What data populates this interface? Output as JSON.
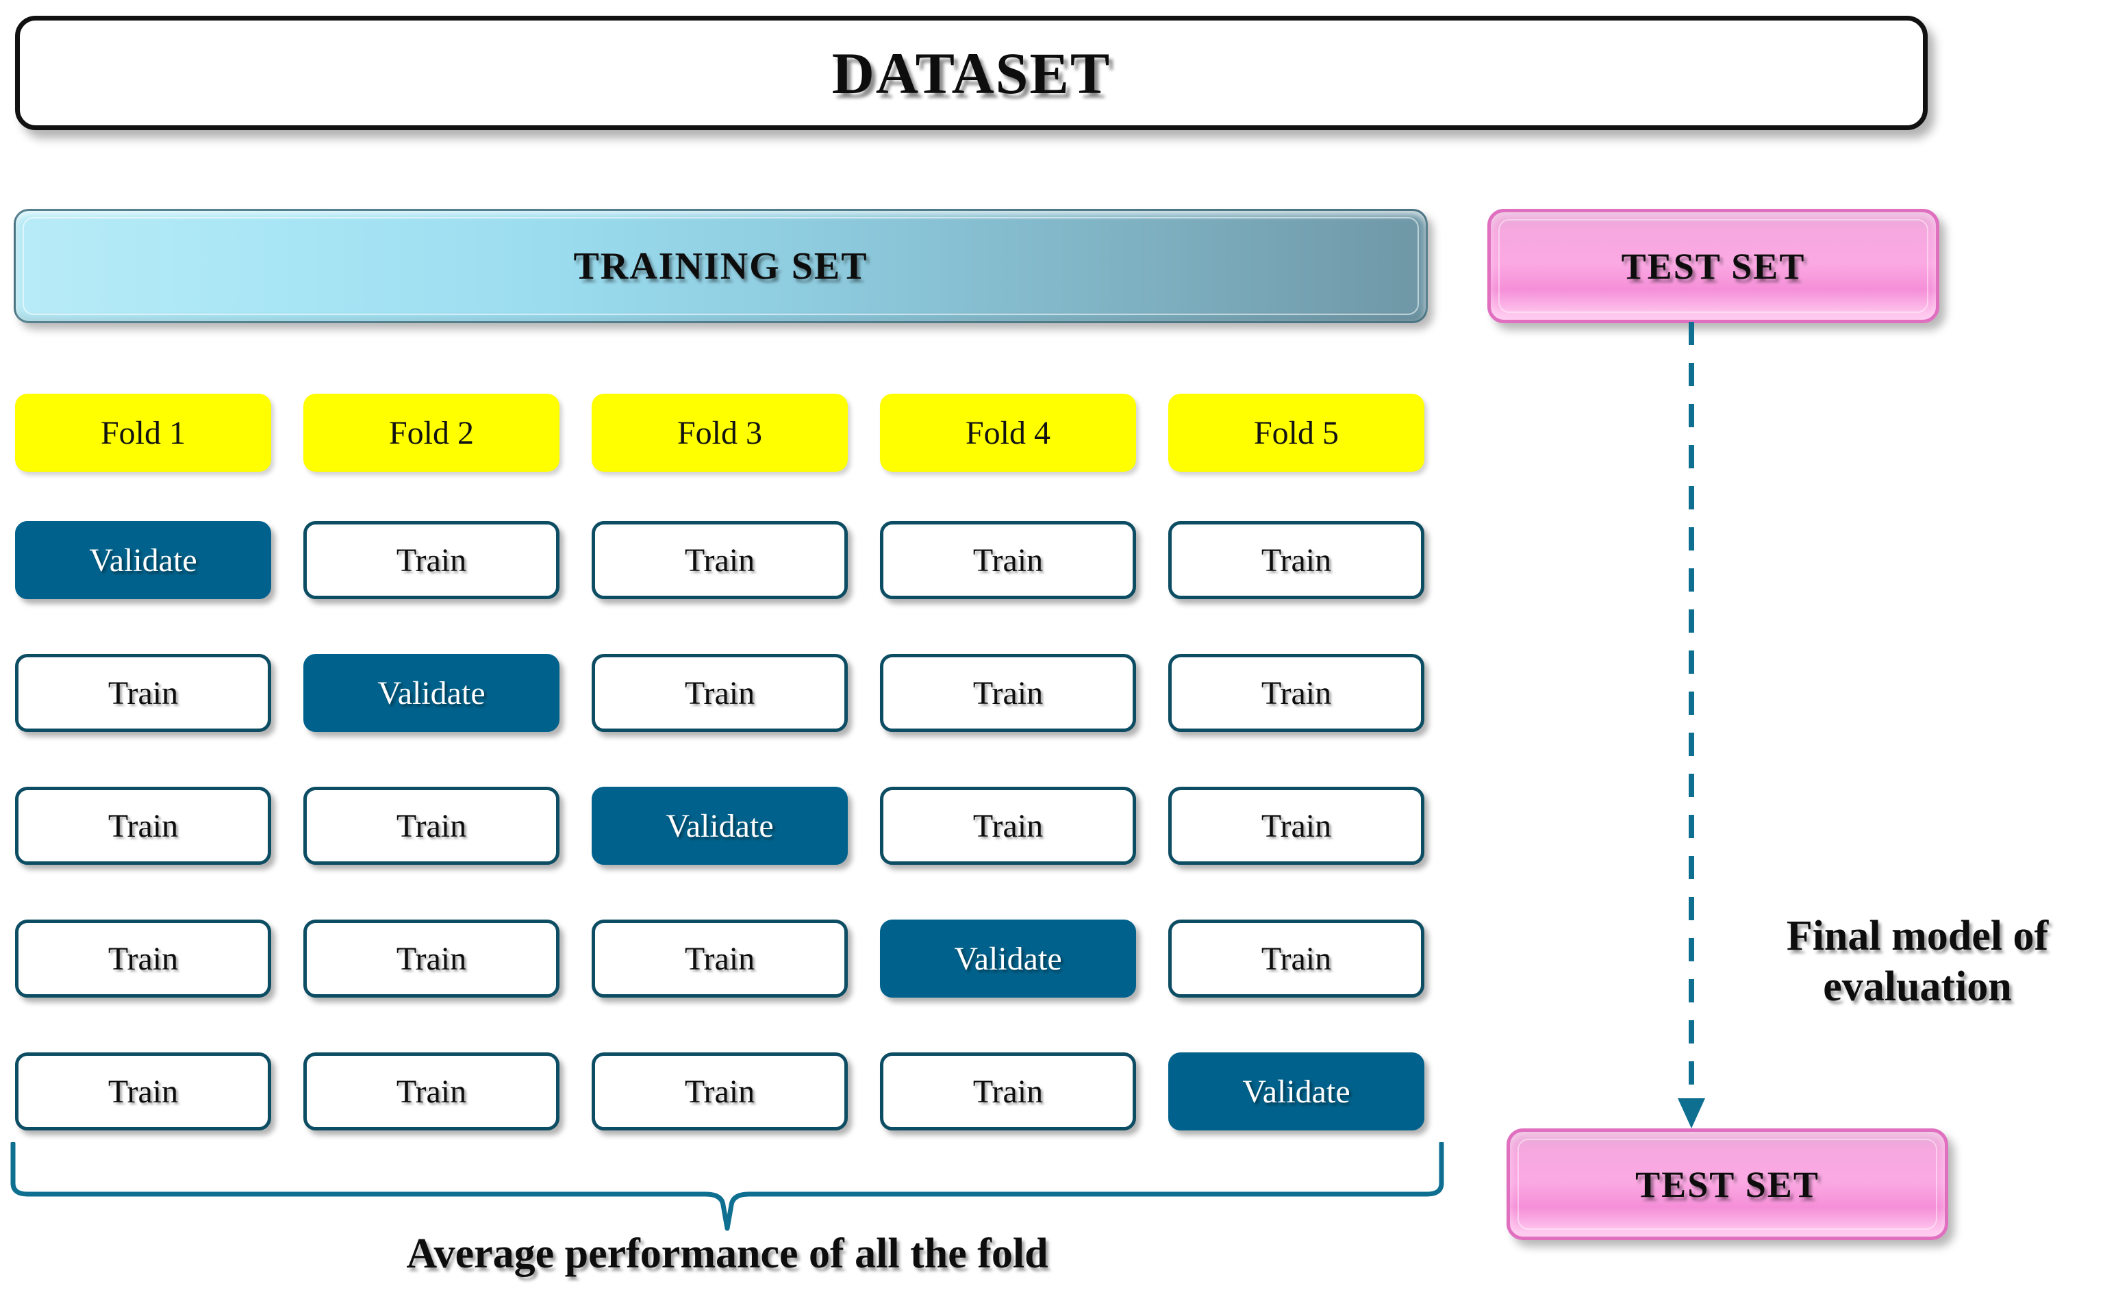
{
  "header": {
    "dataset_label": "DATASET"
  },
  "bars": {
    "training_set_label": "TRAINING SET",
    "test_set_label_top": "TEST SET",
    "test_set_label_bottom": "TEST SET"
  },
  "folds": {
    "headers": [
      "Fold 1",
      "Fold 2",
      "Fold 3",
      "Fold 4",
      "Fold 5"
    ]
  },
  "cv_grid": {
    "rows": [
      [
        "Validate",
        "Train",
        "Train",
        "Train",
        "Train"
      ],
      [
        "Train",
        "Validate",
        "Train",
        "Train",
        "Train"
      ],
      [
        "Train",
        "Train",
        "Validate",
        "Train",
        "Train"
      ],
      [
        "Train",
        "Train",
        "Train",
        "Validate",
        "Train"
      ],
      [
        "Train",
        "Train",
        "Train",
        "Train",
        "Validate"
      ]
    ],
    "validate_label": "Validate",
    "train_label": "Train"
  },
  "captions": {
    "average_performance": "Average performance of all the fold",
    "final_model_line1": "Final model of",
    "final_model_line2": "evaluation"
  },
  "icons": {
    "brace": "curly-brace-icon",
    "arrow": "dashed-down-arrow-icon"
  },
  "colors": {
    "validate_fill": "#00628c",
    "train_border": "#0d4d63",
    "fold_fill": "#ffff00",
    "training_gradient_start": "#b8ebf7",
    "training_gradient_end": "#6f97a6",
    "test_pink": "#fba9e3",
    "test_pink_border": "#e06fc0",
    "arrow_color": "#0e6f91",
    "brace_color": "#0e6f91",
    "dataset_border": "#111111",
    "background": "#ffffff"
  }
}
